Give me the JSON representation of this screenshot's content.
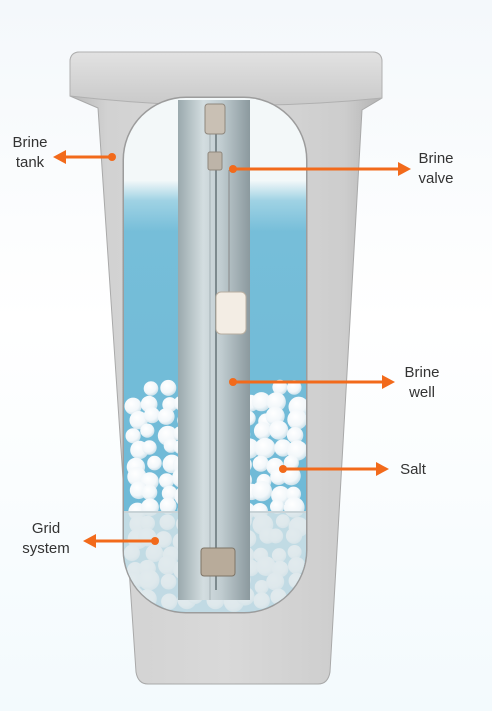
{
  "labels": {
    "brine_tank": [
      "Brine",
      "tank"
    ],
    "brine_valve": [
      "Brine",
      "valve"
    ],
    "brine_well": [
      "Brine",
      "well"
    ],
    "salt": [
      "Salt"
    ],
    "grid_system": [
      "Grid",
      "system"
    ]
  },
  "colors": {
    "arrow": "#f26a1b",
    "cabinet": "#c6c6c6",
    "water": "#7fc4dc",
    "pellets": "#ffffff"
  },
  "icons": [
    "arrow-left-icon",
    "arrow-right-icon"
  ]
}
